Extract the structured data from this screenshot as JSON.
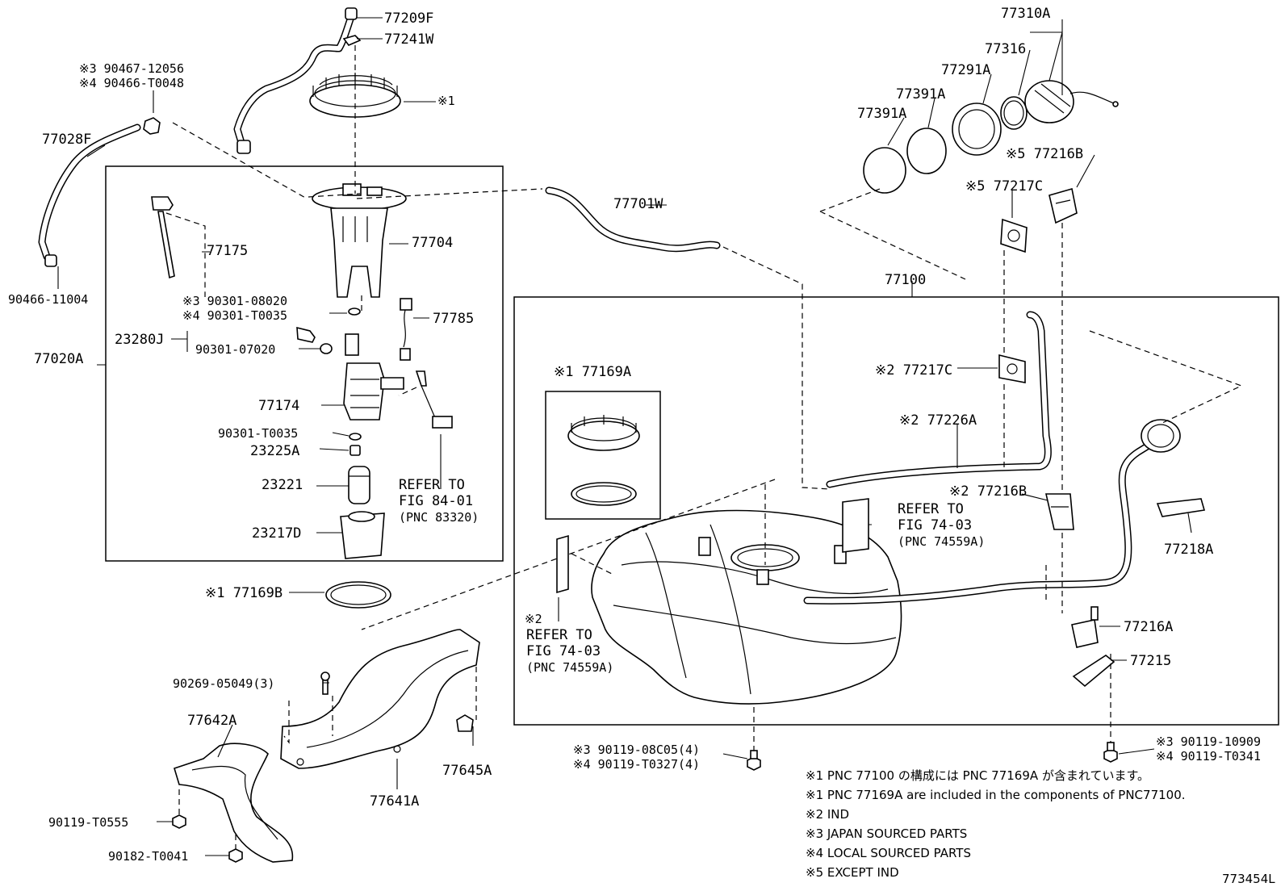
{
  "labels": {
    "l77209F": "77209F",
    "l77241W": "77241W",
    "l90467": "※3 90467-12056",
    "l90466T": "※4 90466-T0048",
    "l77028F": "77028F",
    "l90466_11004": "90466-11004",
    "l77020A": "77020A",
    "n1": "※1",
    "l77704": "77704",
    "l77175": "77175",
    "l90301_08020": "※3 90301-08020",
    "l90301_T0035a": "※4 90301-T0035",
    "l23280J": "23280J",
    "l90301_07020": "90301-07020",
    "l77785": "77785",
    "l77174": "77174",
    "l90301_T0035b": "90301-T0035",
    "l23225A": "23225A",
    "l23221": "23221",
    "l23217D": "23217D",
    "refer84_1": "REFER TO",
    "refer84_2": "FIG 84-01",
    "refer84_3": "(PNC 83320)",
    "l77169B": "※1 77169B",
    "l77701W": "77701W",
    "l77169A": "※1 77169A",
    "l77100": "77100",
    "l77310A": "77310A",
    "l77316": "77316",
    "l77291A": "77291A",
    "l77391A_1": "77391A",
    "l77391A_2": "77391A",
    "l77216B_5": "※5 77216B",
    "l77217C_5": "※5 77217C",
    "l77217C_2": "※2 77217C",
    "l77226A_2": "※2 77226A",
    "l77216B_2": "※2 77216B",
    "refer74a_1": "REFER TO",
    "refer74a_2": "FIG 74-03",
    "refer74a_3": "(PNC 74559A)",
    "refer74b_0": "※2",
    "refer74b_1": "REFER TO",
    "refer74b_2": "FIG 74-03",
    "refer74b_3": "(PNC 74559A)",
    "l77218A": "77218A",
    "l77216A": "77216A",
    "l77215": "77215",
    "l90269": "90269-05049(3)",
    "l77642A": "77642A",
    "l77645A": "77645A",
    "l77641A": "77641A",
    "l90119_T0555": "90119-T0555",
    "l90182_T0041": "90182-T0041",
    "l90119_08C05": "※3 90119-08C05(4)",
    "l90119_T0327": "※4 90119-T0327(4)",
    "l90119_10909": "※3 90119-10909",
    "l90119_T0341": "※4 90119-T0341",
    "note1_jp": "※1 PNC 77100 の構成には PNC 77169A が含まれています。",
    "note1_en": "※1 PNC 77169A are included in the components of PNC77100.",
    "note2": "※2 IND",
    "note3": "※3 JAPAN SOURCED PARTS",
    "note4": "※4 LOCAL SOURCED PARTS",
    "note5": "※5 EXCEPT IND",
    "figure_id": "773454L"
  }
}
